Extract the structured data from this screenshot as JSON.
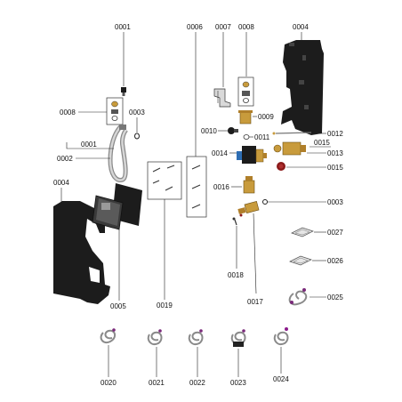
{
  "labels": {
    "p0001_top": "0001",
    "p0006": "0006",
    "p0007": "0007",
    "p0008_top": "0008",
    "p0004_top": "0004",
    "p0008_left": "0008",
    "p0003_left": "0003",
    "p0009": "0009",
    "p0010": "0010",
    "p0011": "0011",
    "p0012": "0012",
    "p0015_a": "0015",
    "p0013": "0013",
    "p0014": "0014",
    "p0015_b": "0015",
    "p0001_mid": "0001",
    "p0002": "0002",
    "p0004_left": "0004",
    "p0016": "0016",
    "p0003_right": "0003",
    "p0027": "0027",
    "p0026": "0026",
    "p0018": "0018",
    "p0025": "0025",
    "p0005": "0005",
    "p0019": "0019",
    "p0017": "0017",
    "p0020": "0020",
    "p0021": "0021",
    "p0022": "0022",
    "p0023": "0023",
    "p0024": "0024"
  }
}
